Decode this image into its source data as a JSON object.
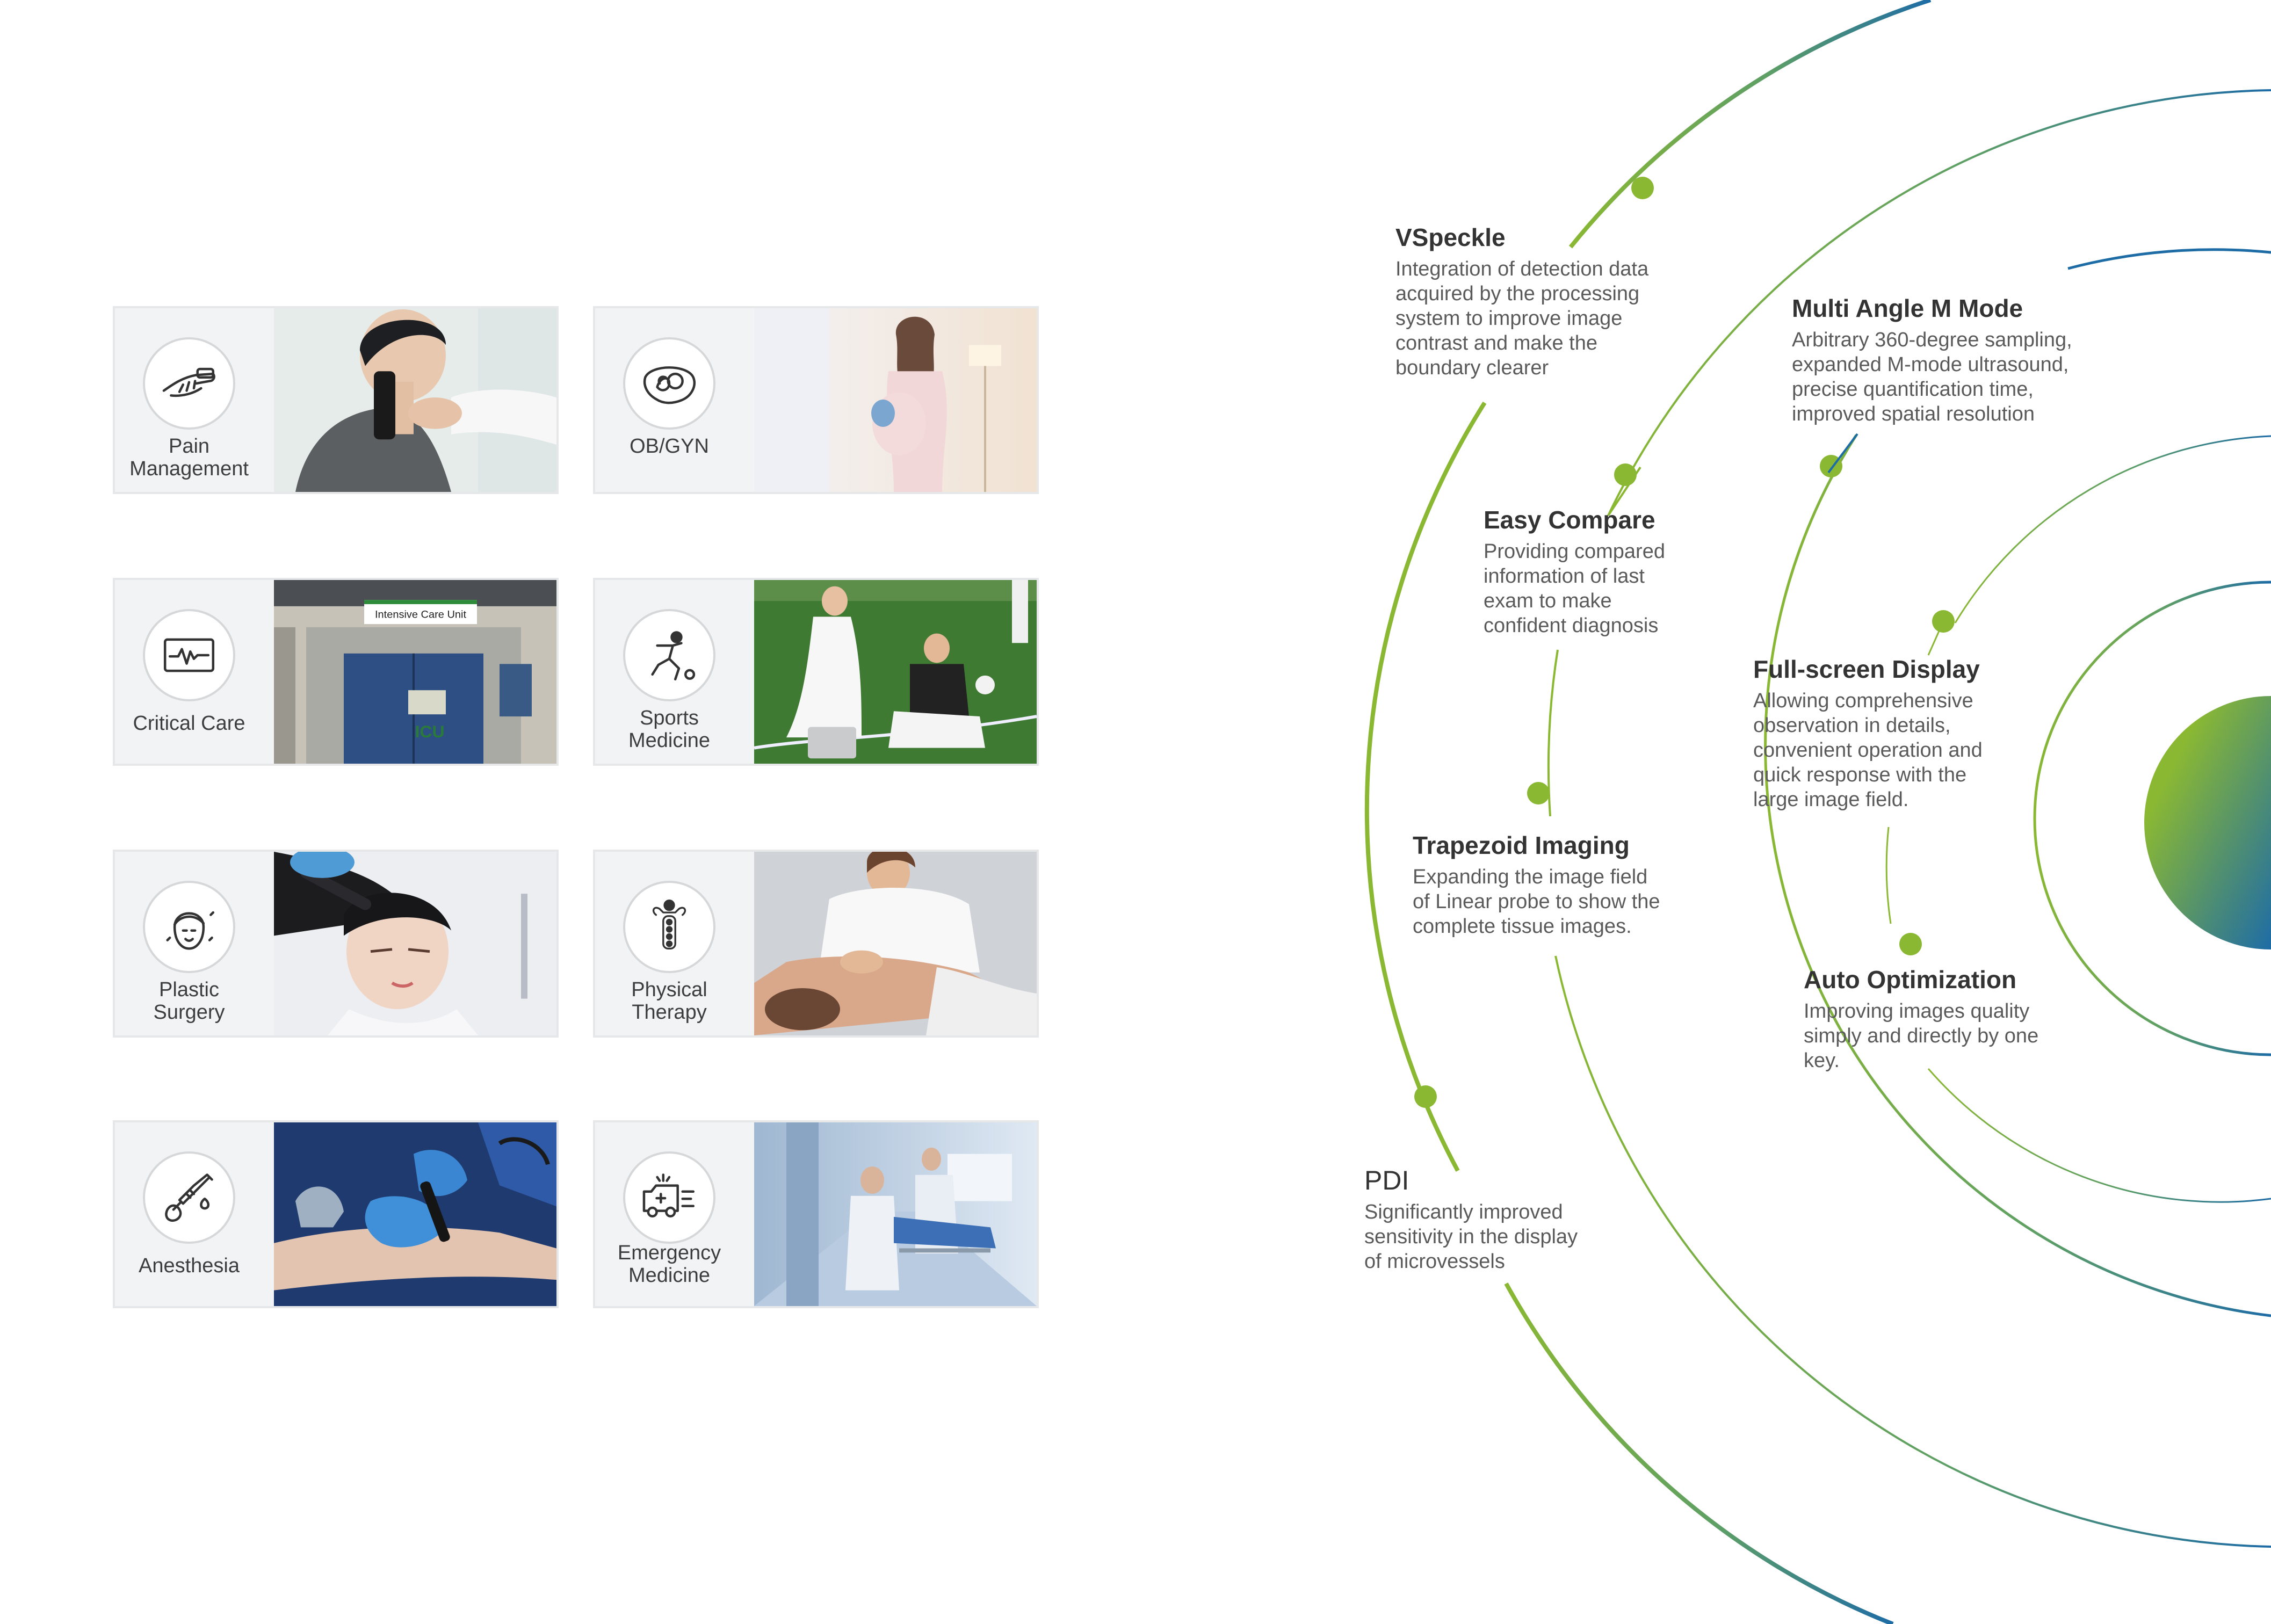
{
  "colors": {
    "accent_green": "#8ab833",
    "accent_blue": "#1e6ca6",
    "card_bg": "#f2f3f4",
    "card_border": "#e6e7e8",
    "text_dark": "#333333"
  },
  "applications": [
    {
      "label": "Pain\nManagement",
      "icon": "hand-probe-icon",
      "photo": "neck-ultrasound-scan-photo"
    },
    {
      "label": "OB/GYN",
      "icon": "fetus-icon",
      "photo": "pregnant-woman-photo"
    },
    {
      "label": "Critical Care",
      "icon": "heart-monitor-icon",
      "photo": "intensive-care-unit-door-photo",
      "photo_sign": "Intensive Care Unit",
      "photo_door": "ICU"
    },
    {
      "label": "Sports\nMedicine",
      "icon": "soccer-player-icon",
      "photo": "soccer-field-injury-photo"
    },
    {
      "label": "Plastic\nSurgery",
      "icon": "face-icon",
      "photo": "facial-treatment-photo"
    },
    {
      "label": "Physical\nTherapy",
      "icon": "spine-icon",
      "photo": "shoulder-massage-photo"
    },
    {
      "label": "Anesthesia",
      "icon": "syringe-hand-icon",
      "photo": "arm-nerve-block-photo"
    },
    {
      "label": "Emergency\nMedicine",
      "icon": "ambulance-icon",
      "photo": "hospital-corridor-stretcher-photo"
    }
  ],
  "features": [
    {
      "title": "VSpeckle",
      "desc": "Integration of detection data\nacquired by the processing\nsystem to improve image\ncontrast and make the\nboundary clearer"
    },
    {
      "title": "Multi Angle M Mode",
      "desc": "Arbitrary 360-degree sampling,\nexpanded M-mode ultrasound,\nprecise quantification time,\nimproved spatial resolution"
    },
    {
      "title": "Easy Compare",
      "desc": "Providing compared\ninformation of last\nexam to make\nconfident diagnosis"
    },
    {
      "title": "Full-screen Display",
      "desc": "Allowing comprehensive\nobservation in details,\nconvenient operation and\nquick response with the\nlarge image field."
    },
    {
      "title": "Trapezoid Imaging",
      "desc": "Expanding the image field\nof Linear probe to show the\ncomplete tissue images."
    },
    {
      "title": "Auto Optimization",
      "desc": "Improving images quality\nsimply and directly by one\nkey."
    },
    {
      "title": "PDI",
      "desc": "Significantly improved\nsensitivity in the display\nof microvessels"
    }
  ]
}
